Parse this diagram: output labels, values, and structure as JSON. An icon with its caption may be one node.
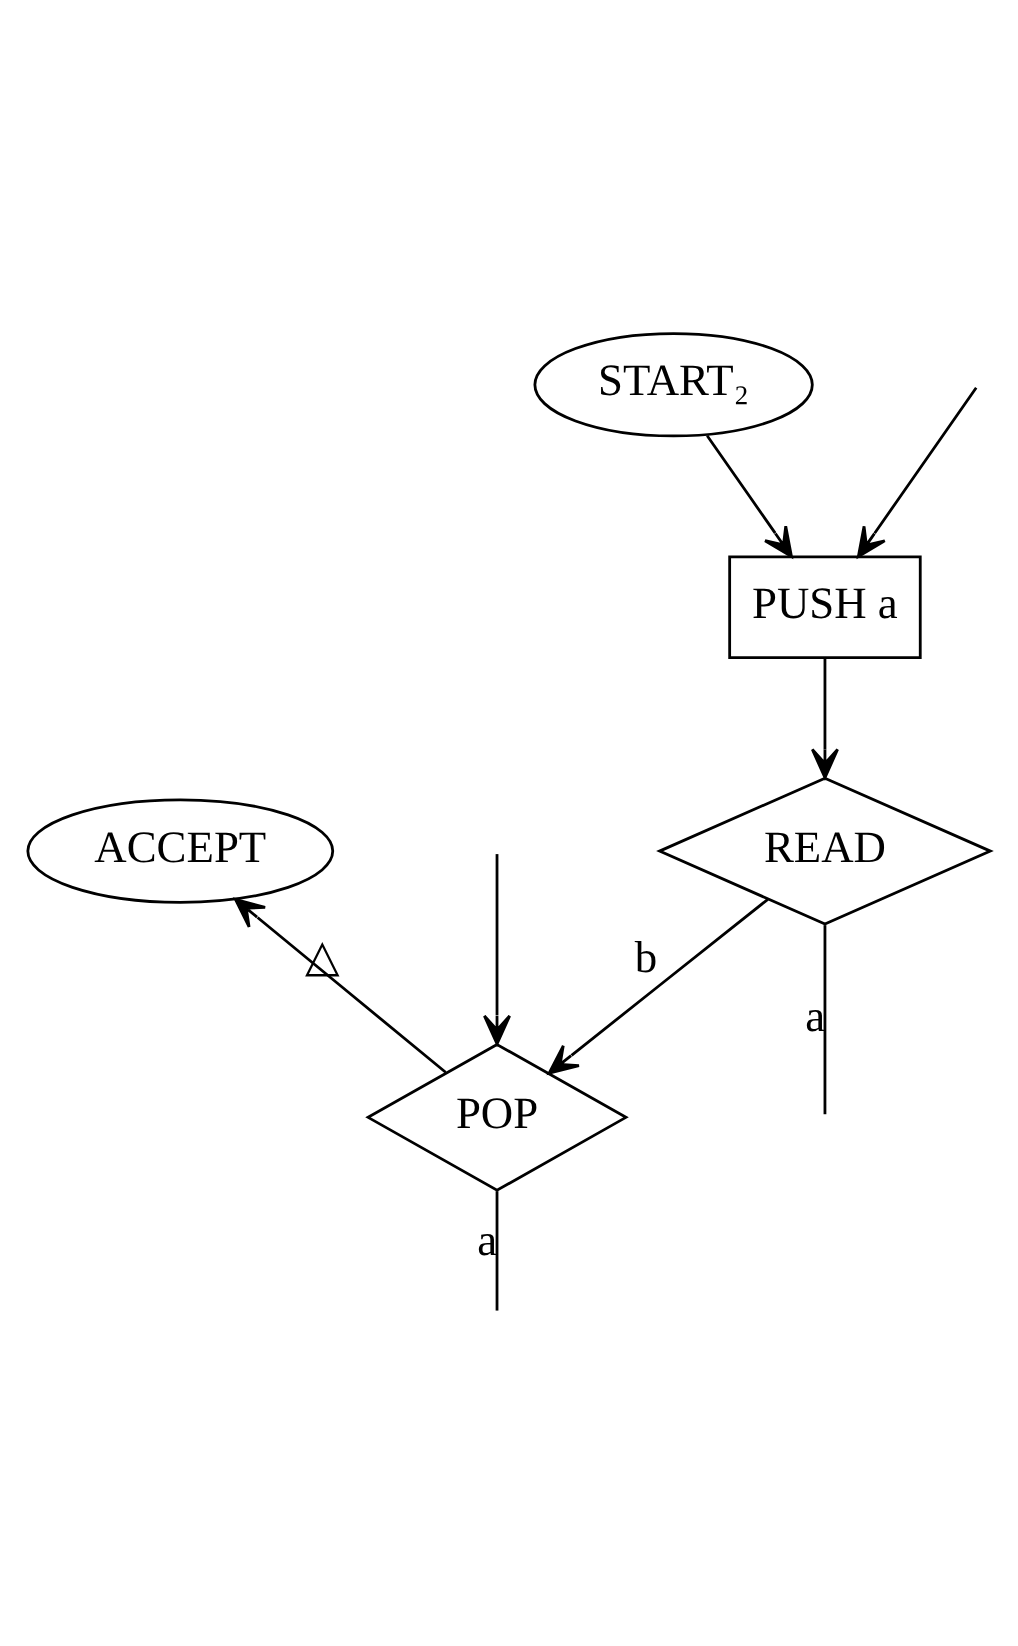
{
  "diagram": {
    "nodes": [
      {
        "text": [
          "START₂"
        ]
      },
      {
        "text": [
          "PUSH a"
        ]
      },
      {
        "text": [
          "ACCEPT"
        ]
      },
      {
        "text": [
          "READ"
        ]
      },
      {
        "text": [
          "POP"
        ]
      }
    ],
    "edges": [
      {
        "from": 0,
        "to": 1,
        "arrow": "to"
      },
      {
        "from": null,
        "to": 1,
        "arrow": "to"
      },
      {
        "from": 1,
        "to": 3,
        "arrow": "to"
      },
      {
        "from": 3,
        "to": null,
        "arrow": "none",
        "label": "a"
      },
      {
        "from": 3,
        "to": 4,
        "arrow": "to",
        "label": "b"
      },
      {
        "from": null,
        "to": 4,
        "arrow": "to"
      },
      {
        "from": 4,
        "to": 2,
        "arrow": "to",
        "label": "△"
      },
      {
        "from": 4,
        "to": null,
        "arrow": "none",
        "label": "a"
      }
    ]
  }
}
